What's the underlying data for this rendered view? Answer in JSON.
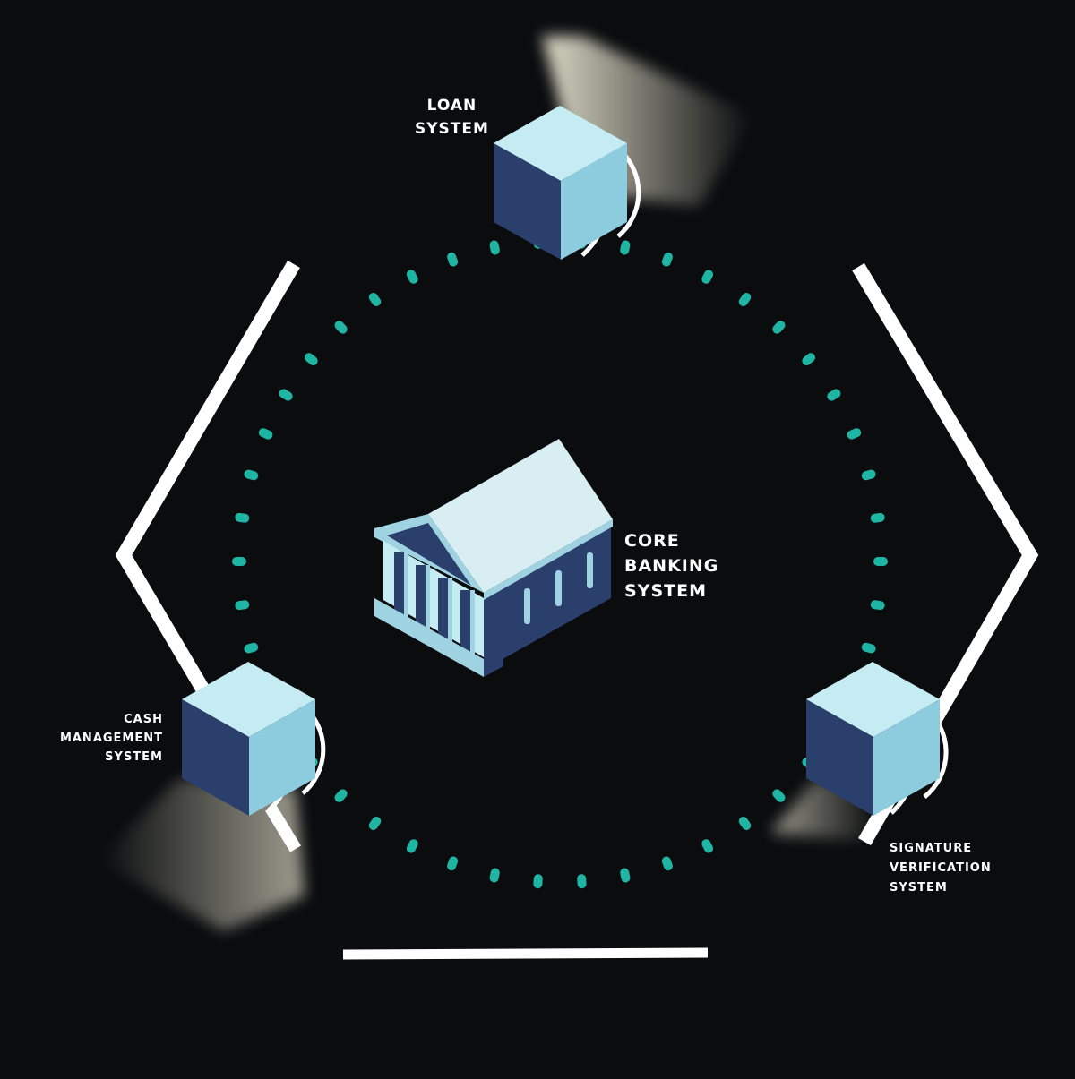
{
  "nodes": {
    "loan": {
      "lines": [
        "LOAN",
        "SYSTEM"
      ]
    },
    "core": {
      "lines": [
        "CORE",
        "BANKING",
        "SYSTEM"
      ]
    },
    "cash": {
      "lines": [
        "CASH",
        "MANAGEMENT",
        "SYSTEM"
      ]
    },
    "signature": {
      "lines": [
        "SIGNATURE",
        "VERIFICATION",
        "SYSTEM"
      ]
    }
  },
  "colors": {
    "background": "#0b0c0e",
    "ring_dots": "#1fb5a5",
    "frame": "#ffffff",
    "cube_top": "#c5ebf3",
    "cube_right": "#8dcbde",
    "cube_left": "#2a3f6c",
    "bank_light": "#d8eef3",
    "bank_mid": "#9fd3e2",
    "bank_dark": "#2a3f6c"
  }
}
